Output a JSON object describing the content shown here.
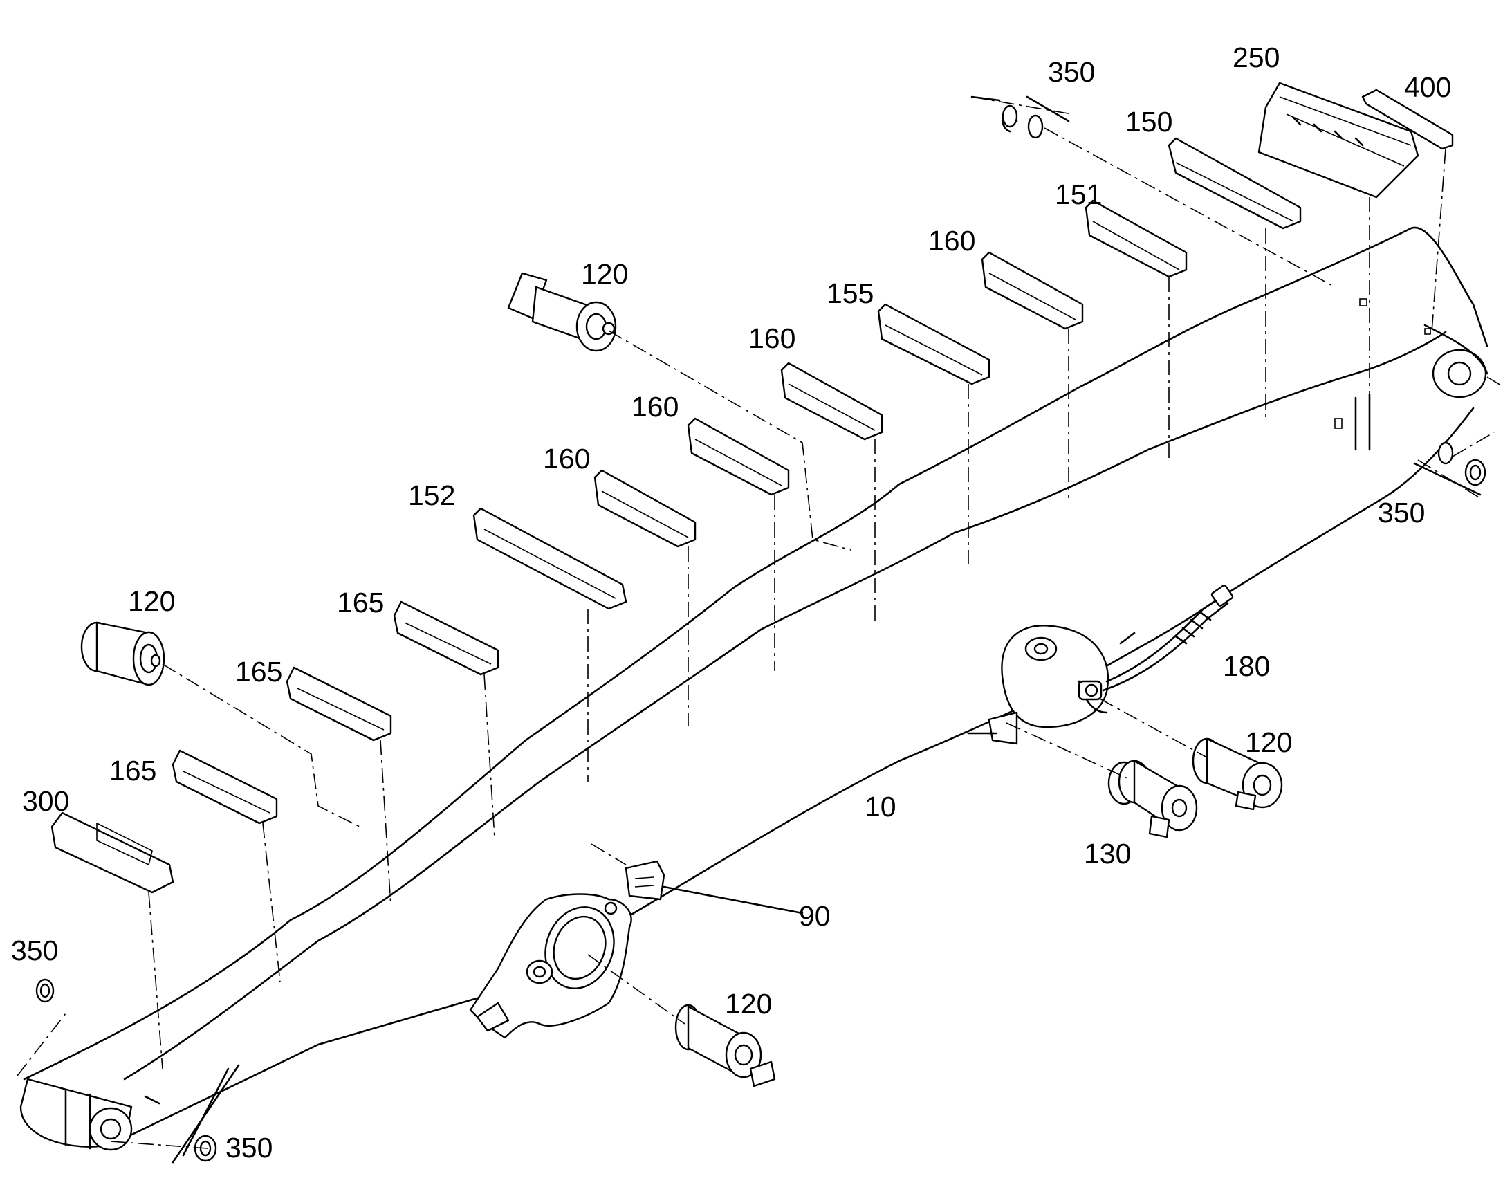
{
  "diagram": {
    "callouts": [
      {
        "id": "c-350-top",
        "text": "350"
      },
      {
        "id": "c-250",
        "text": "250"
      },
      {
        "id": "c-400",
        "text": "400"
      },
      {
        "id": "c-150",
        "text": "150"
      },
      {
        "id": "c-151",
        "text": "151"
      },
      {
        "id": "c-160-a",
        "text": "160"
      },
      {
        "id": "c-155",
        "text": "155"
      },
      {
        "id": "c-160-b",
        "text": "160"
      },
      {
        "id": "c-160-c",
        "text": "160"
      },
      {
        "id": "c-160-d",
        "text": "160"
      },
      {
        "id": "c-152",
        "text": "152"
      },
      {
        "id": "c-120-top",
        "text": "120"
      },
      {
        "id": "c-165-a",
        "text": "165"
      },
      {
        "id": "c-165-b",
        "text": "165"
      },
      {
        "id": "c-165-c",
        "text": "165"
      },
      {
        "id": "c-120-left",
        "text": "120"
      },
      {
        "id": "c-300",
        "text": "300"
      },
      {
        "id": "c-350-right",
        "text": "350"
      },
      {
        "id": "c-180",
        "text": "180"
      },
      {
        "id": "c-120-right",
        "text": "120"
      },
      {
        "id": "c-130",
        "text": "130"
      },
      {
        "id": "c-10",
        "text": "10"
      },
      {
        "id": "c-90",
        "text": "90"
      },
      {
        "id": "c-120-bottom",
        "text": "120"
      },
      {
        "id": "c-350-left",
        "text": "350"
      },
      {
        "id": "c-350-bottom",
        "text": "350"
      }
    ]
  }
}
